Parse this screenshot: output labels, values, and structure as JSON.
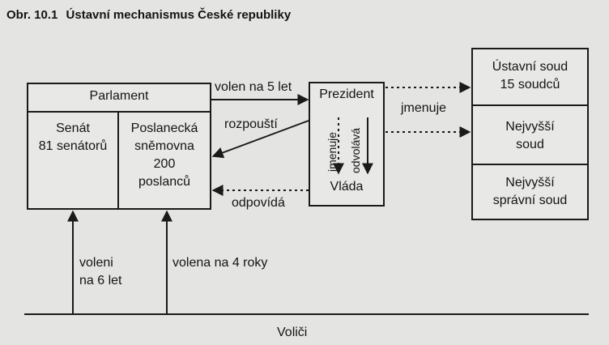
{
  "title": {
    "number": "Obr. 10.1",
    "text": "Ústavní mechanismus České republiky"
  },
  "parlament": {
    "header": "Parlament",
    "senat": [
      "Senát",
      "81 senátorů"
    ],
    "snemovna": [
      "Poslanecká",
      "sněmovna",
      "200",
      "poslanců"
    ]
  },
  "prezident": "Prezident",
  "vlada": "Vláda",
  "courts": {
    "ustavni": [
      "Ústavní soud",
      "15 soudců"
    ],
    "nejvyssi": [
      "Nejvyšší",
      "soud"
    ],
    "spravni": [
      "Nejvyšší",
      "správní soud"
    ]
  },
  "labels": {
    "volen_5": "volen na 5 let",
    "rozpousti": "rozpouští",
    "odpovida": "odpovídá",
    "jmenuje_courts": "jmenuje",
    "jmenuje_vlada": "jmenuje",
    "odvolava": "odvolává",
    "voleni_6": [
      "voleni",
      "na 6 let"
    ],
    "volena_4": "volena na 4 roky",
    "volici": "Voliči"
  }
}
